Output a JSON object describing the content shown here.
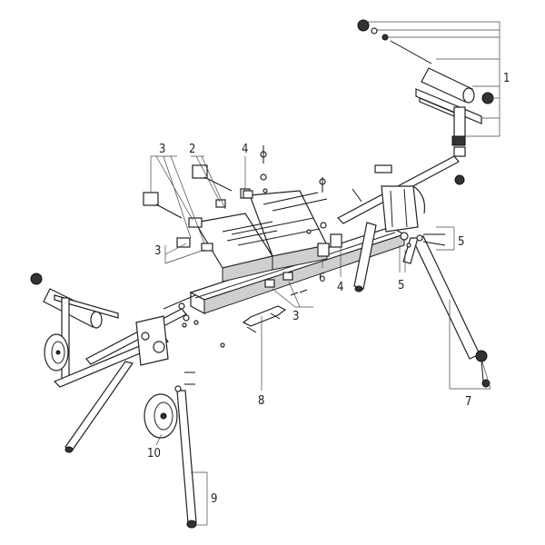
{
  "callouts": [
    {
      "id": "c1",
      "label": "1"
    },
    {
      "id": "c2",
      "label": "2"
    },
    {
      "id": "c3a",
      "label": "3"
    },
    {
      "id": "c3b",
      "label": "3"
    },
    {
      "id": "c3c",
      "label": "3"
    },
    {
      "id": "c4a",
      "label": "4"
    },
    {
      "id": "c4b",
      "label": "4"
    },
    {
      "id": "c5a",
      "label": "5"
    },
    {
      "id": "c5b",
      "label": "5"
    },
    {
      "id": "c6",
      "label": "6"
    },
    {
      "id": "c7",
      "label": "7"
    },
    {
      "id": "c8",
      "label": "8"
    },
    {
      "id": "c9",
      "label": "9"
    },
    {
      "id": "c10",
      "label": "10"
    }
  ]
}
